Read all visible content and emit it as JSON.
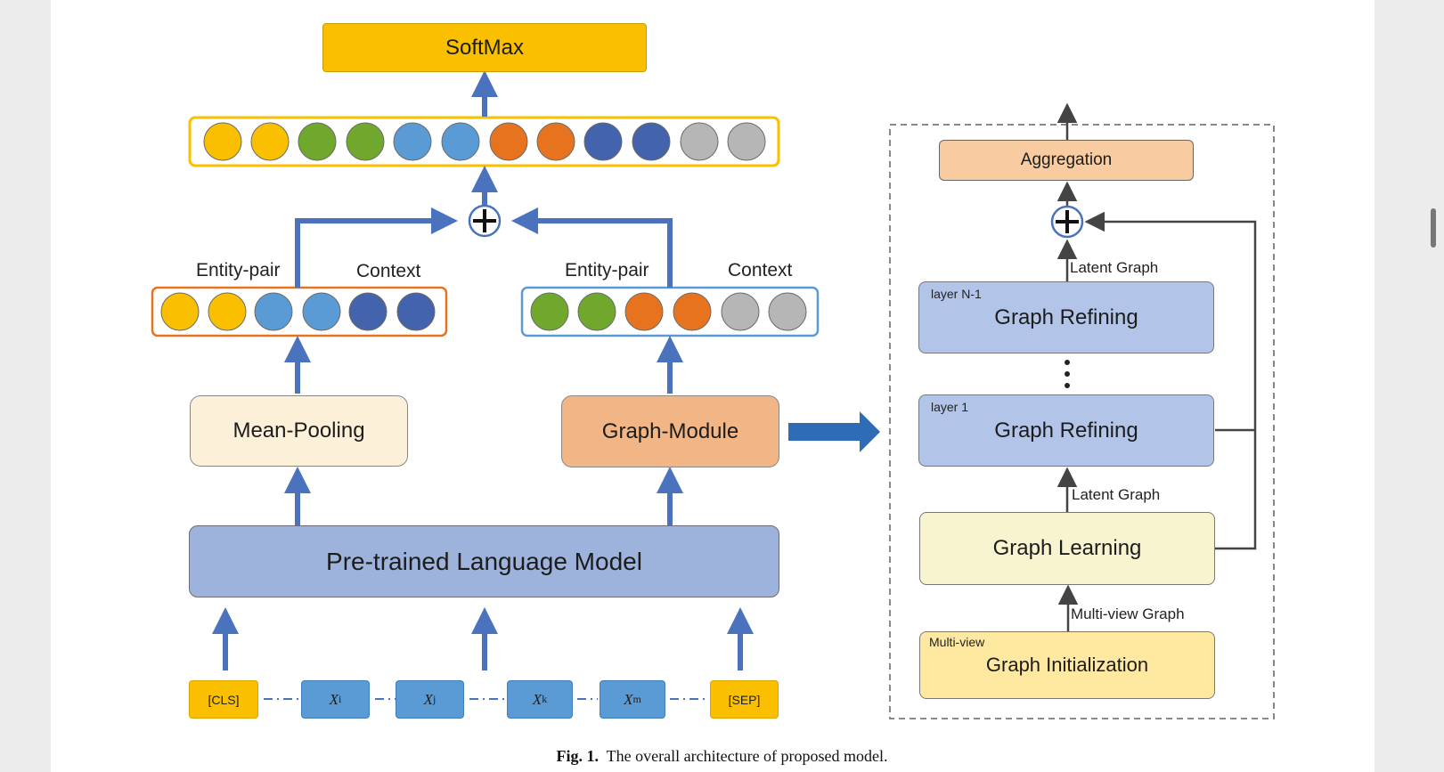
{
  "left_model": {
    "softmax": "SoftMax",
    "entity_pair_left": "Entity-pair",
    "context_left": "Context",
    "entity_pair_right": "Entity-pair",
    "context_right": "Context",
    "mean_pooling": "Mean-Pooling",
    "graph_module": "Graph-Module",
    "plm": "Pre-trained Language Model",
    "tokens": {
      "cls": "[CLS]",
      "xi": "X",
      "xi_sub": "i",
      "xj": "X",
      "xj_sub": "j",
      "xk": "X",
      "xk_sub": "k",
      "xm": "X",
      "xm_sub": "m",
      "sep": "[SEP]"
    },
    "colors": {
      "yellow": "#fac000",
      "green": "#70a82e",
      "light_blue": "#5b9bd5",
      "orange": "#e8731f",
      "dark_blue": "#4463ad",
      "gray": "#b6b6b6",
      "arrow_blue": "#4a72bd"
    }
  },
  "graph_module_detail": {
    "aggregation": "Aggregation",
    "latent_graph_top": "Latent Graph",
    "layer_n1_tag": "layer N-1",
    "graph_refining_top": "Graph Refining",
    "layer_1_tag": "layer 1",
    "graph_refining_bottom": "Graph Refining",
    "latent_graph_mid": "Latent Graph",
    "graph_learning": "Graph Learning",
    "multiview_graph": "Multi-view Graph",
    "multiview_tag": "Multi-view",
    "graph_initialization": "Graph Initialization",
    "ellipsis": "⋮"
  },
  "caption": {
    "label": "Fig. 1.",
    "text": "The overall architecture of proposed model."
  }
}
